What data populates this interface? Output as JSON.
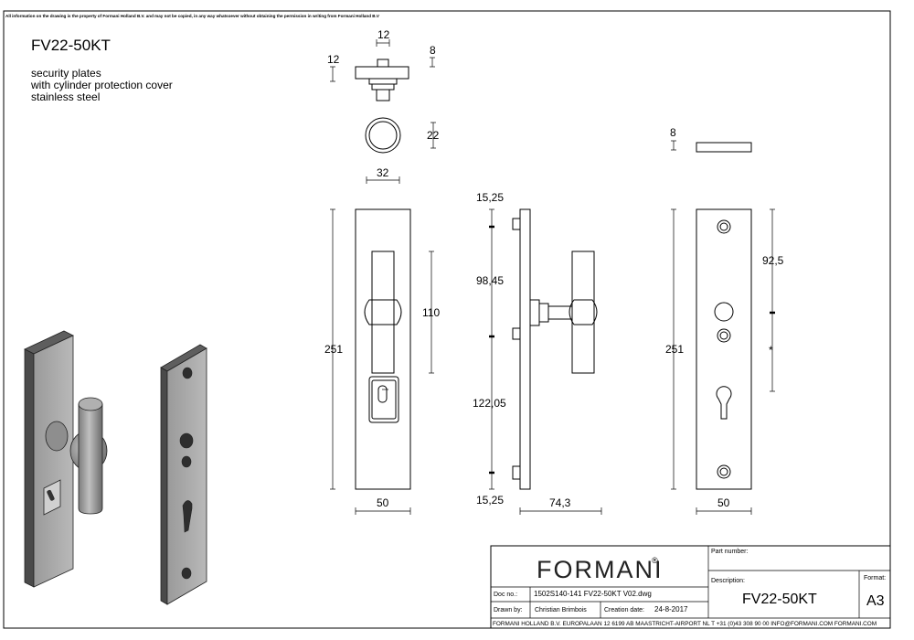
{
  "drawing": {
    "copyright": "All information on the drawing is the property of Formani Holland B.V. and may not be copied, in any way whatsoever without obtaining the permission in writing from Formani Holland B.V",
    "product_code": "FV22-50KT",
    "description_lines": [
      "security plates",
      "with cylinder protection cover",
      "stainless steel"
    ],
    "dimensions": {
      "top_width": "12",
      "top_height": "12",
      "top_right": "8",
      "ring_height": "22",
      "ring_width": "32",
      "front_height": "251",
      "front_handle": "110",
      "front_width": "50",
      "side_top": "15,25",
      "side_upper": "98,45",
      "side_lower": "122,05",
      "side_bottom": "15,25",
      "side_depth": "74,3",
      "thick": "8",
      "back_height": "251",
      "back_spacing": "92,5",
      "back_width": "50",
      "asterisk": "*"
    }
  },
  "title_block": {
    "logo": "FORMANI",
    "logo_mark": "®",
    "part_number_label": "Part number:",
    "description_label": "Description:",
    "description": "FV22-50KT",
    "format_label": "Format:",
    "format": "A3",
    "doc_no_label": "Doc no.:",
    "doc_no": "1502S140-141 FV22-50KT V02.dwg",
    "drawn_by_label": "Drawn by:",
    "drawn_by": "Christian Brimbois",
    "creation_date_label": "Creation date:",
    "creation_date": "24-8-2017",
    "footer": "FORMANI HOLLAND B.V.  EUROPALAAN 12  6199 AB MAASTRICHT-AIRPORT NL  T +31 (0)43 308 90 00 INFO@FORMANI.COM FORMANI.COM"
  }
}
